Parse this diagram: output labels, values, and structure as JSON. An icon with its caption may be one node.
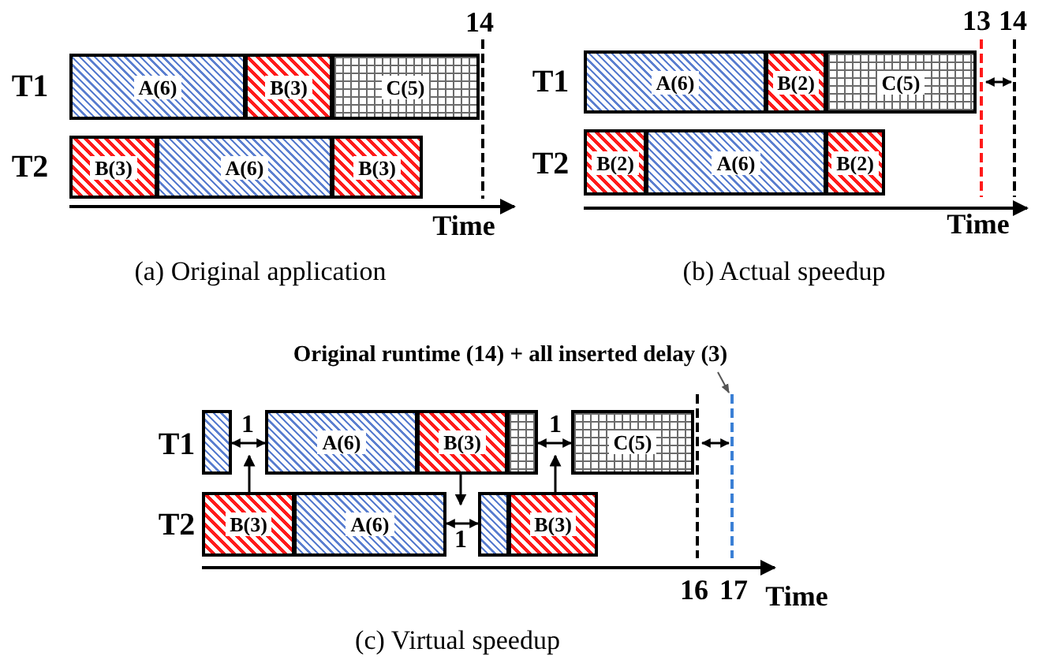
{
  "diagram": {
    "nodes": [
      {
        "text": [
          "A(6)"
        ]
      },
      {
        "text": [
          "B(3)"
        ]
      },
      {
        "text": [
          "C(5)"
        ]
      },
      {
        "text": [
          "B(3)"
        ]
      },
      {
        "text": [
          "A(6)"
        ]
      },
      {
        "text": [
          "B(3)"
        ]
      },
      {
        "text": [
          "A(6)"
        ]
      },
      {
        "text": [
          "B(2)"
        ]
      },
      {
        "text": [
          "C(5)"
        ]
      },
      {
        "text": [
          "B(2)"
        ]
      },
      {
        "text": [
          "A(6)"
        ]
      },
      {
        "text": [
          "B(2)"
        ]
      },
      {
        "text": [
          "Original runtime (14) + all inserted delay (3)"
        ]
      },
      {
        "text": [],
        "shape": "box"
      },
      {
        "text": [
          "A(6)"
        ]
      },
      {
        "text": [
          "B(3)"
        ]
      },
      {
        "text": [],
        "shape": "box"
      },
      {
        "text": [
          "C(5)"
        ]
      },
      {
        "text": [
          "B(3)"
        ]
      },
      {
        "text": [
          "A(6)"
        ]
      },
      {
        "text": [],
        "shape": "box"
      },
      {
        "text": [
          "B(3)"
        ]
      }
    ],
    "edges": [
      {
        "from": 18,
        "to": 13,
        "arrow": "to"
      },
      {
        "from": 15,
        "to": 20,
        "arrow": "to"
      },
      {
        "from": 21,
        "to": 16,
        "arrow": "to"
      },
      {
        "from": 12,
        "to": null,
        "arrow": "to"
      },
      {
        "from": 13,
        "to": 14,
        "arrow": "both",
        "label": "1"
      },
      {
        "from": 16,
        "to": 17,
        "arrow": "both",
        "label": "1"
      },
      {
        "from": 19,
        "to": 20,
        "arrow": "both",
        "label": "1"
      }
    ],
    "labels": [
      "14",
      "13",
      "14",
      "T1",
      "T1",
      "T2",
      "T2",
      "Time",
      "Time",
      "(a) Original application",
      "(b) Actual speedup",
      "T1",
      "T2",
      "16",
      "17",
      "Time",
      "(c) Virtual speedup"
    ]
  }
}
